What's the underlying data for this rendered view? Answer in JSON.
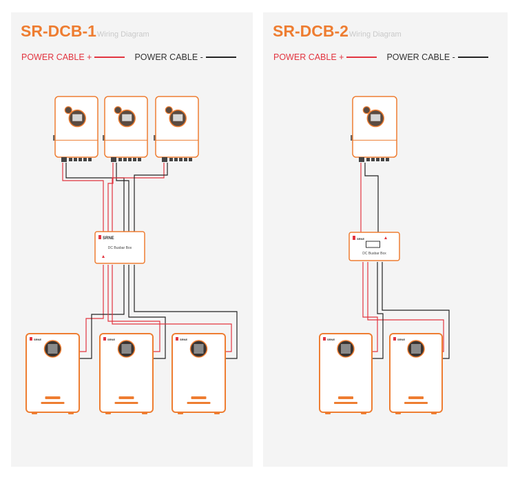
{
  "colors": {
    "accent": "#ee7d31",
    "positive": "#e2343f",
    "negative": "#222222",
    "panel": "#f4f4f4"
  },
  "diagrams": [
    {
      "title": "SR-DCB-1",
      "subtitle": "Wiring Diagram",
      "legend_positive": "POWER CABLE +",
      "legend_negative": "POWER CABLE -",
      "inverters": 3,
      "batteries": 3,
      "busbar": {
        "brand": "SRNE",
        "label": "DC Busbar Box"
      }
    },
    {
      "title": "SR-DCB-2",
      "subtitle": "Wiring Diagram",
      "legend_positive": "POWER CABLE +",
      "legend_negative": "POWER CABLE -",
      "inverters": 1,
      "batteries": 2,
      "busbar": {
        "brand": "SRNE",
        "label": "DC Busbar Box"
      }
    }
  ],
  "battery_brand": "SRNE"
}
